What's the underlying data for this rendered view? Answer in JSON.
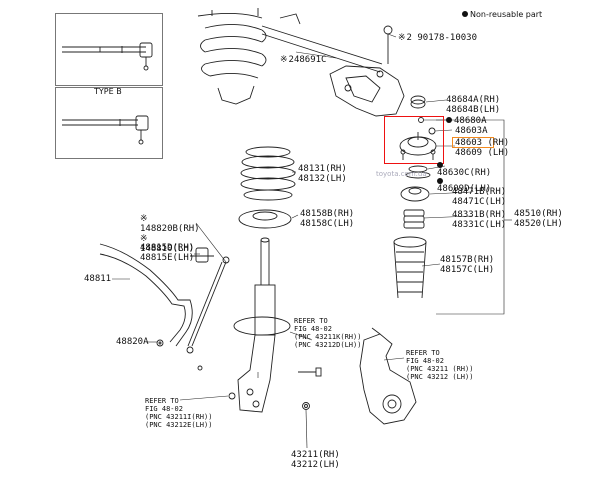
{
  "legend": {
    "text": "Non-reusable part"
  },
  "inset": {
    "type_b_label": "TYPE B"
  },
  "watermark": "toyota.com.ua",
  "parts": {
    "p90178": "2 90178-10030",
    "p248691": "248691C",
    "p48684": [
      "48684A(RH)",
      "48684B(LH)"
    ],
    "p48680": "48680A",
    "p48603a": "48603A",
    "p48603": [
      "48603 (RH)",
      "48609 (LH)"
    ],
    "p48630": [
      "48630C(RH)",
      "48609D(LH)"
    ],
    "p48131": [
      "48131(RH)",
      "48132(LH)"
    ],
    "p48471": [
      "48471B(RH)",
      "48471C(LH)"
    ],
    "p48331": [
      "48331B(RH)",
      "48331C(LH)"
    ],
    "p48510": [
      "48510(RH)",
      "48520(LH)"
    ],
    "p48158": [
      "48158B(RH)",
      "48158C(LH)"
    ],
    "p148820": [
      "148820B(RH)",
      "148810(LH)"
    ],
    "p48815": [
      "48815D(RH)",
      "48815E(LH)"
    ],
    "p48811": "48811",
    "p48157": [
      "48157B(RH)",
      "48157C(LH)"
    ],
    "p48820": "48820A",
    "p43211": [
      "43211(RH)",
      "43212(LH)"
    ]
  },
  "refs": {
    "center": [
      "REFER TO",
      "FIG 48-02",
      "(PNC 43211K(RH))",
      "(PNC 43212D(LH))"
    ],
    "right": [
      "REFER TO",
      "FIG 48-02",
      "(PNC 43211 (RH))",
      "(PNC 43212 (LH))"
    ],
    "bottom": [
      "REFER TO",
      "FIG 48-02",
      "(PNC 43211I(RH))",
      "(PNC 43212E(LH))"
    ]
  }
}
